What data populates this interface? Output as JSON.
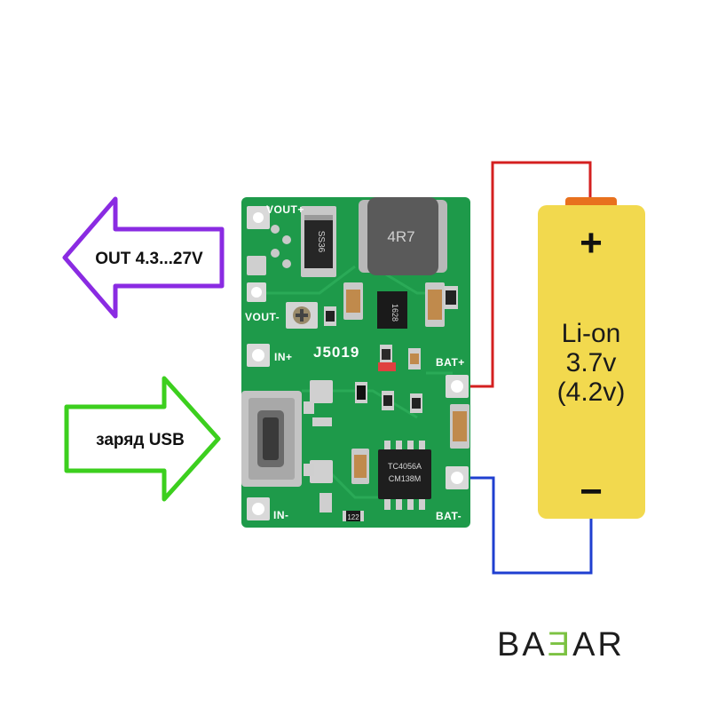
{
  "out_arrow": {
    "label": "OUT 4.3...27V",
    "color": "#8a2be2"
  },
  "in_arrow": {
    "label": "заряд USB",
    "color": "#3ccf1e"
  },
  "board": {
    "name": "J5019",
    "labels": {
      "vout_plus": "VOUT+",
      "vout_minus": "VOUT-",
      "in_plus": "IN+",
      "in_minus": "IN-",
      "bat_plus": "BAT+",
      "bat_minus": "BAT-"
    },
    "inductor": "4R7",
    "diode": "SS36",
    "chip_main": "TC4056A",
    "chip_code": "CM138M",
    "chip_small": "1628",
    "resistor": "122",
    "color": "#1e9a4a"
  },
  "battery": {
    "plus": "+",
    "minus": "−",
    "line1": "Li-on",
    "line2": "3.7v",
    "line3": "(4.2v)",
    "color": "#f2d94e"
  },
  "wires": {
    "positive_color": "#d42020",
    "negative_color": "#1f3fd0"
  },
  "logo": {
    "part1": "BA",
    "part2": "Ǝ",
    "part3": "AR",
    "accent": "#7cc242"
  }
}
